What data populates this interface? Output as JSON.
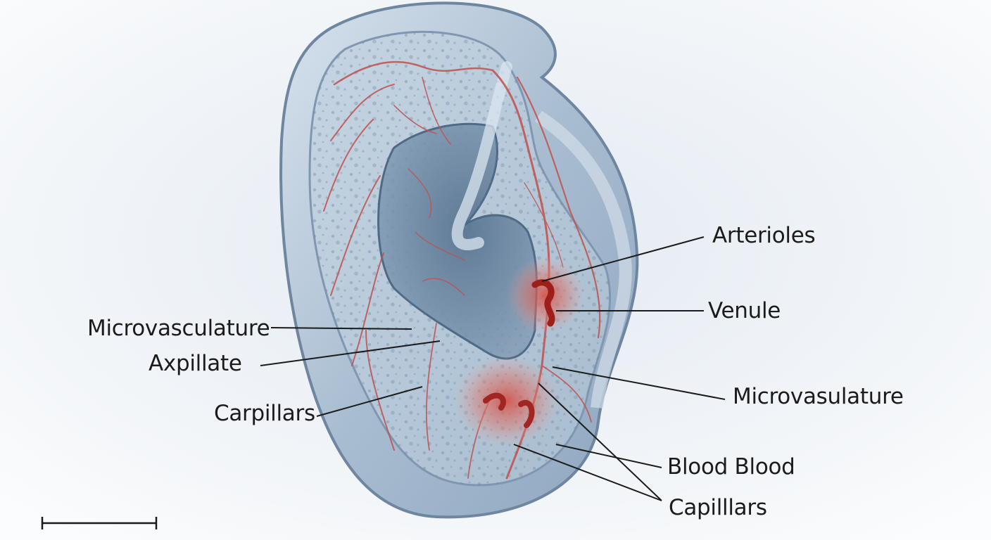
{
  "diagram": {
    "labels": {
      "arterioles": "Arterioles",
      "venule": "Venule",
      "microvasculature_left": "Microvasculature",
      "axpillate": "Axpillate",
      "carpillars": "Carpillars",
      "microvasulature_right": "Microvasulature",
      "blood_blood": "Blood Blood",
      "capilllars": "Capilllars"
    },
    "colors": {
      "vessel": "#c0504d",
      "tissue": "#b9cbdc",
      "inner_cavity": "#7f98b1",
      "highlight": "#d9483e",
      "text": "#1b1b1b"
    },
    "scale_bar": "scale-bar"
  }
}
